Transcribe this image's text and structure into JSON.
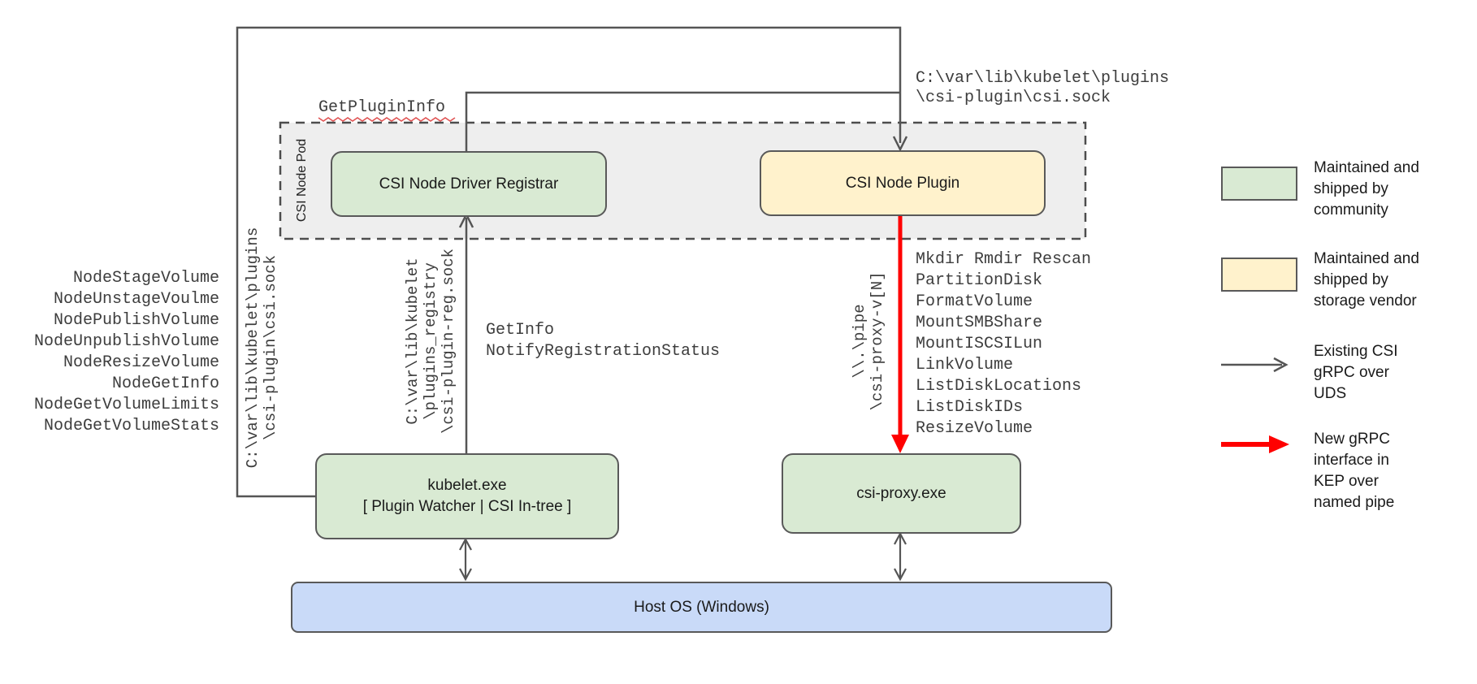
{
  "colors": {
    "community_green": "#d9ead3",
    "vendor_yellow": "#fff2cc",
    "host_os_blue": "#c9daf8",
    "pod_background_grey": "#eeeeee",
    "connector_grey": "#555555",
    "new_interface_red": "#ff0000",
    "squiggle_red": "#e05555"
  },
  "diagram": {
    "pod_label": "CSI Node Pod",
    "nodes": {
      "registrar": {
        "label": "CSI Node Driver Registrar"
      },
      "plugin": {
        "label": "CSI Node Plugin"
      },
      "kubelet": {
        "line1": "kubelet.exe",
        "line2": "[ Plugin Watcher | CSI In-tree ]"
      },
      "proxy": {
        "label": "csi-proxy.exe"
      },
      "hostos": {
        "label": "Host OS (Windows)"
      }
    },
    "labels": {
      "get_plugin_info": "GetPluginInfo",
      "csi_sock_path_top": [
        "C:\\var\\lib\\kubelet\\plugins",
        "\\csi-plugin\\csi.sock"
      ],
      "kubelet_rpc_list": [
        "NodeStageVolume",
        "NodeUnstageVoulme",
        "NodePublishVolume",
        "NodeUnpublishVolume",
        "NodeResizeVolume",
        "NodeGetInfo",
        "NodeGetVolumeLimits",
        "NodeGetVolumeStats"
      ],
      "kubelet_sock_path_vertical": [
        "C:\\var\\lib\\kubelet\\plugins",
        "\\csi-plugin\\csi.sock"
      ],
      "registration_sock_path_vertical": [
        "C:\\var\\lib\\kubelet",
        "\\plugins_registry",
        "\\csi-plugin-reg.sock"
      ],
      "registration_api": [
        "GetInfo",
        "NotifyRegistrationStatus"
      ],
      "pipe_path_vertical": [
        "\\\\.\\pipe",
        "\\csi-proxy-v[N]"
      ],
      "proxy_api_list": [
        "Mkdir Rmdir Rescan",
        "PartitionDisk",
        "FormatVolume",
        "MountSMBShare",
        "MountISCSILun",
        "LinkVolume",
        "ListDiskLocations",
        "ListDiskIDs",
        "ResizeVolume"
      ]
    }
  },
  "legend": {
    "community": {
      "label": [
        "Maintained and",
        "shipped by",
        "community"
      ]
    },
    "vendor": {
      "label": [
        "Maintained and",
        "shipped by",
        "storage vendor"
      ]
    },
    "uds": {
      "label": [
        "Existing CSI",
        "gRPC over",
        "UDS"
      ]
    },
    "pipe": {
      "label": [
        "New gRPC",
        "interface in",
        "KEP over",
        "named pipe"
      ]
    }
  }
}
